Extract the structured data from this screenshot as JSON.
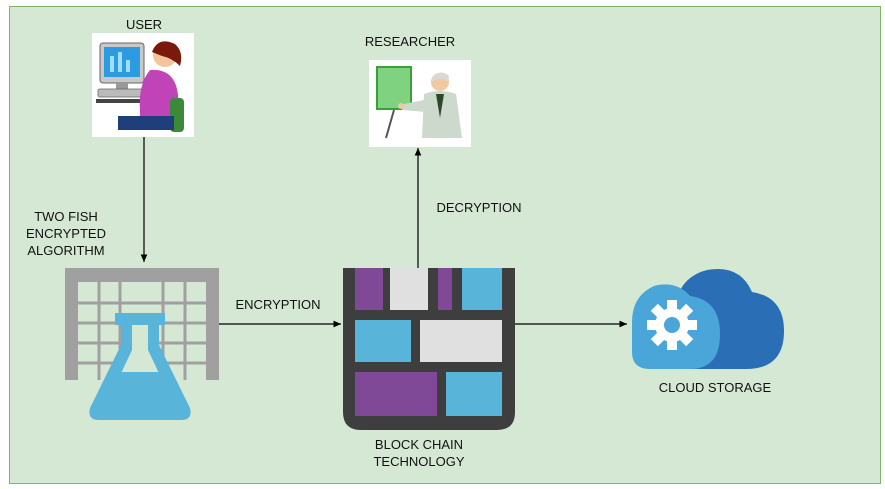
{
  "nodes": {
    "user": {
      "label": "USER",
      "icon": "user-at-computer-icon"
    },
    "researcher": {
      "label": "RESEARCHER",
      "icon": "researcher-presenting-icon"
    },
    "algorithm": {
      "label_lines": [
        "TWO FISH",
        "ENCRYPTED",
        "ALGORITHM"
      ],
      "icon": "lab-flask-grid-icon"
    },
    "blockchain": {
      "label_lines": [
        "BLOCK CHAIN",
        "TECHNOLOGY"
      ],
      "icon": "blockchain-blocks-icon"
    },
    "cloud": {
      "label": "CLOUD STORAGE",
      "icon": "cloud-gear-icon"
    }
  },
  "edges": {
    "encryption": "ENCRYPTION",
    "decryption": "DECRYPTION"
  },
  "colors": {
    "background": "#d5e8d4",
    "border": "#82b366",
    "flask": "#59b4d9",
    "grid": "#a0a0a0",
    "block_purple": "#804998",
    "block_blue": "#59b4d9",
    "cloud_dark": "#2a6fb5",
    "cloud_light": "#4aa5d8"
  }
}
